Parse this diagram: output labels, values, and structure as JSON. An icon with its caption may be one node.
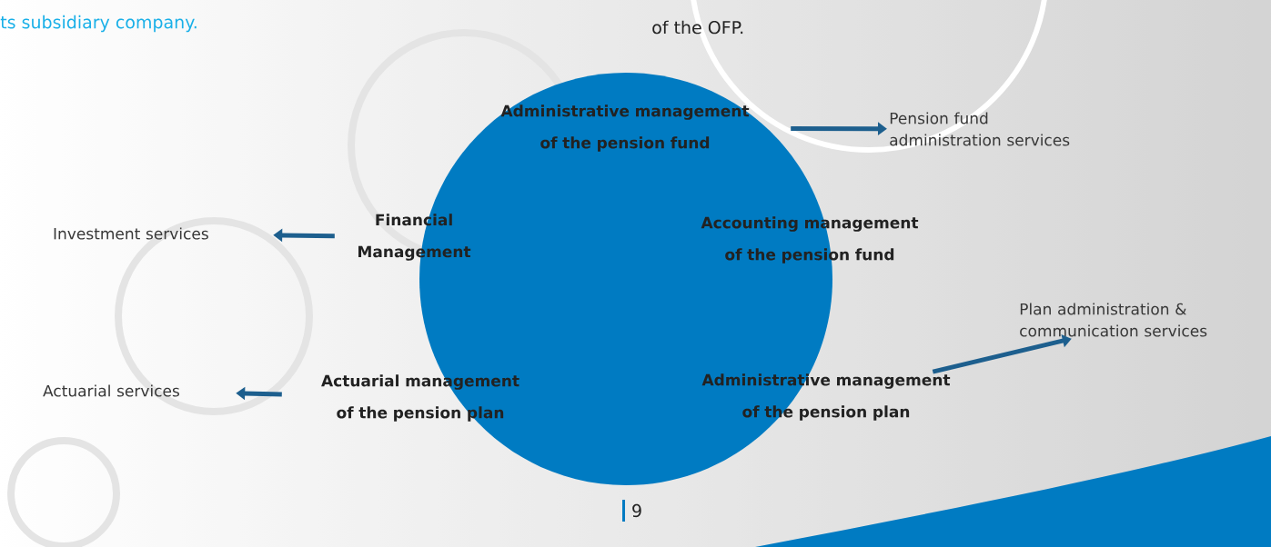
{
  "diagram": {
    "nodes": [
      {
        "text": [],
        "shape": "circle"
      },
      {
        "text": [
          "Administrative management of the pension fund"
        ],
        "in": 0
      },
      {
        "text": [
          "Financial Management"
        ]
      },
      {
        "text": [
          "Accounting management of the pension fund"
        ]
      },
      {
        "text": [
          "Actuarial management of the pension plan"
        ]
      },
      {
        "text": [
          "Administrative management of the pension plan"
        ]
      },
      {
        "text": [
          "Pension fund administration services"
        ]
      },
      {
        "text": [
          "Investment services"
        ]
      },
      {
        "text": [
          "Plan administration & communication services"
        ]
      },
      {
        "text": [
          "Actuarial services"
        ]
      }
    ],
    "edges": [
      {
        "from": 1,
        "to": 6,
        "arrow": "to"
      },
      {
        "from": 2,
        "to": 7,
        "arrow": "to"
      },
      {
        "from": 5,
        "to": 8,
        "arrow": "to"
      },
      {
        "from": 4,
        "to": 9,
        "arrow": "to"
      }
    ],
    "labels": [
      "ts subsidiary company.",
      "of the OFP.",
      "9"
    ]
  }
}
